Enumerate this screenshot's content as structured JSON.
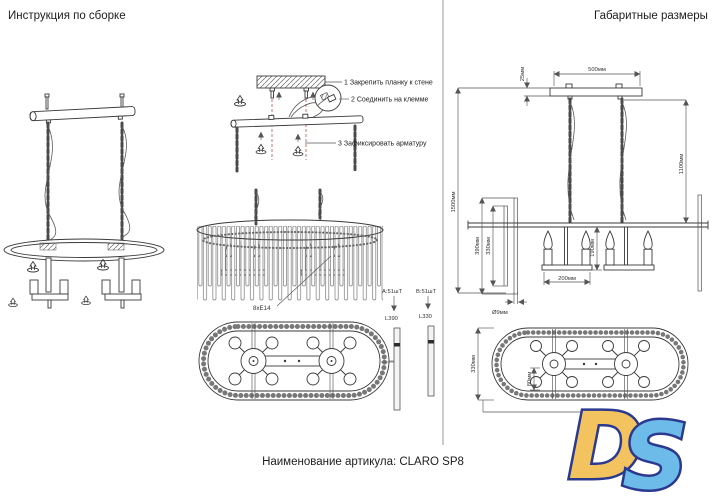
{
  "titles": {
    "left": "Инструкция по сборке",
    "right": "Габаритные размеры"
  },
  "footer": {
    "article": "Наименование артикула: CLARO SP8"
  },
  "assembly": {
    "steps": [
      "1 Закрепить планку к стене",
      "2 Соединить на клемме",
      "3 Зафиксировать арматуру"
    ],
    "sockets": "8xE14",
    "rod_a": {
      "qty": "A:51шТ",
      "len": "L390"
    },
    "rod_b": {
      "qty": "B:51шТ",
      "len": "L330"
    }
  },
  "dims": {
    "bar_width": "500мм",
    "bar_thickness": "25мм",
    "height_total": "1500мм",
    "chain": "1100мм",
    "rod_long": "390мм",
    "rod_short": "330мм",
    "rod_dia": "Ø9мм",
    "lamp_width": "200мм",
    "lamp_height": "190мм",
    "plan_depth": "330мм",
    "hub": "80мм"
  },
  "logo": {
    "text_d": "D",
    "text_s": "S",
    "yellow": "#F2C35F",
    "blue": "#6CBBE9",
    "outline": "#2B3990"
  }
}
